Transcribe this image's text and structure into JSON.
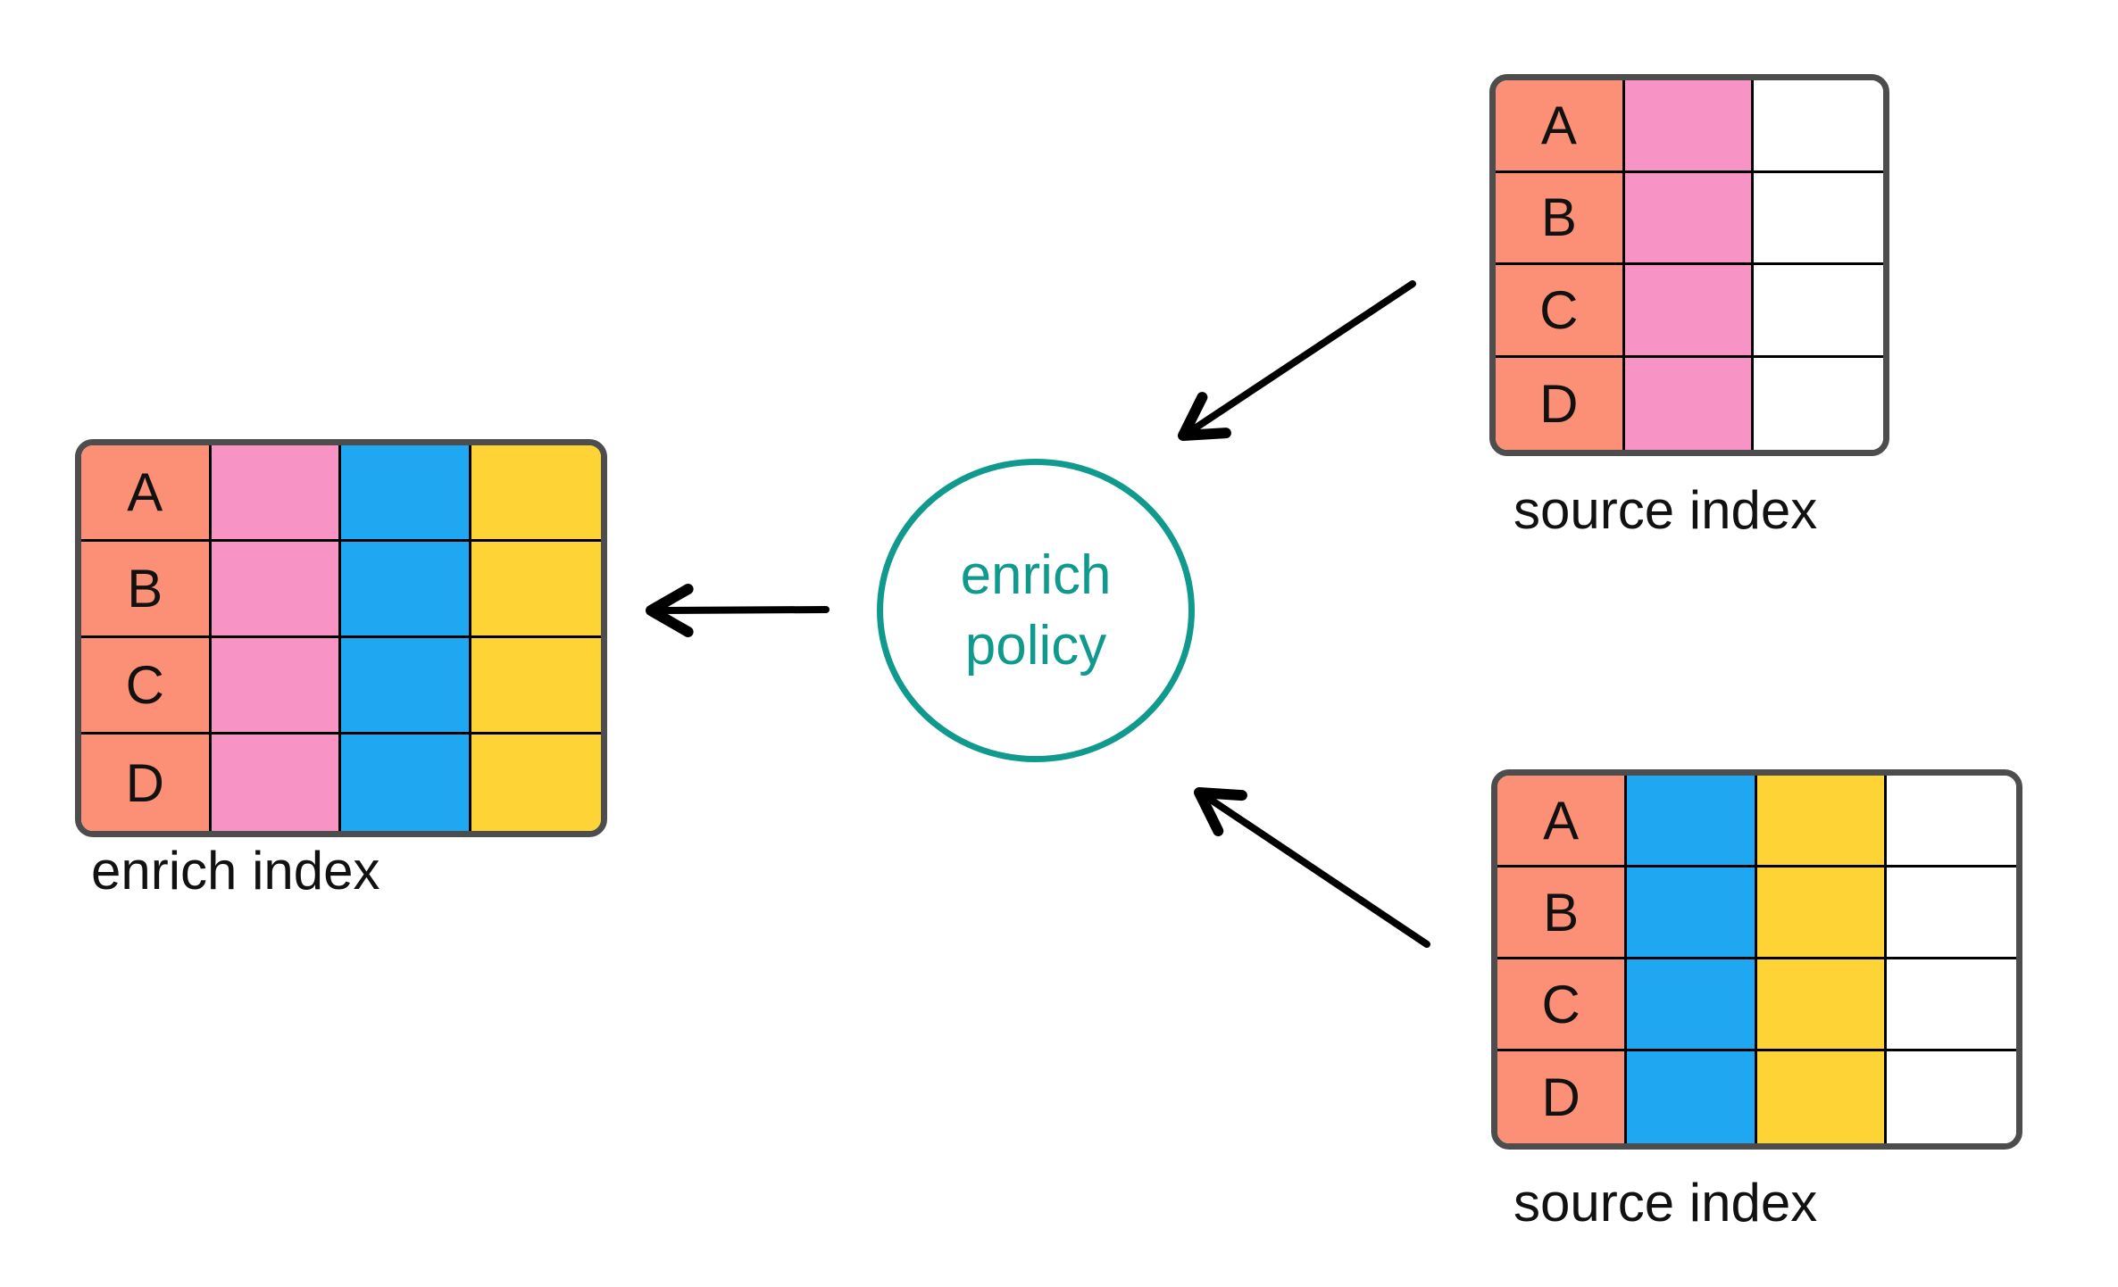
{
  "colors": {
    "salmon": "#FB9076",
    "pink": "#F893C6",
    "blue": "#1FA8F1",
    "yellow": "#FDD335",
    "white": "#FFFFFF",
    "table_border": "#4D4D4D",
    "grid_line": "#000000",
    "teal": "#0F9A8D",
    "arrow": "#000000",
    "text": "#111111"
  },
  "tables": {
    "enrich_index": {
      "caption": "enrich index",
      "row_labels": [
        "A",
        "B",
        "C",
        "D"
      ],
      "columns": [
        "salmon",
        "pink",
        "blue",
        "yellow"
      ]
    },
    "source_index_top": {
      "caption": "source index",
      "row_labels": [
        "A",
        "B",
        "C",
        "D"
      ],
      "columns": [
        "salmon",
        "pink",
        "white"
      ]
    },
    "source_index_bottom": {
      "caption": "source index",
      "row_labels": [
        "A",
        "B",
        "C",
        "D"
      ],
      "columns": [
        "salmon",
        "blue",
        "yellow",
        "white"
      ]
    }
  },
  "policy_circle": {
    "line1": "enrich",
    "line2": "policy"
  }
}
